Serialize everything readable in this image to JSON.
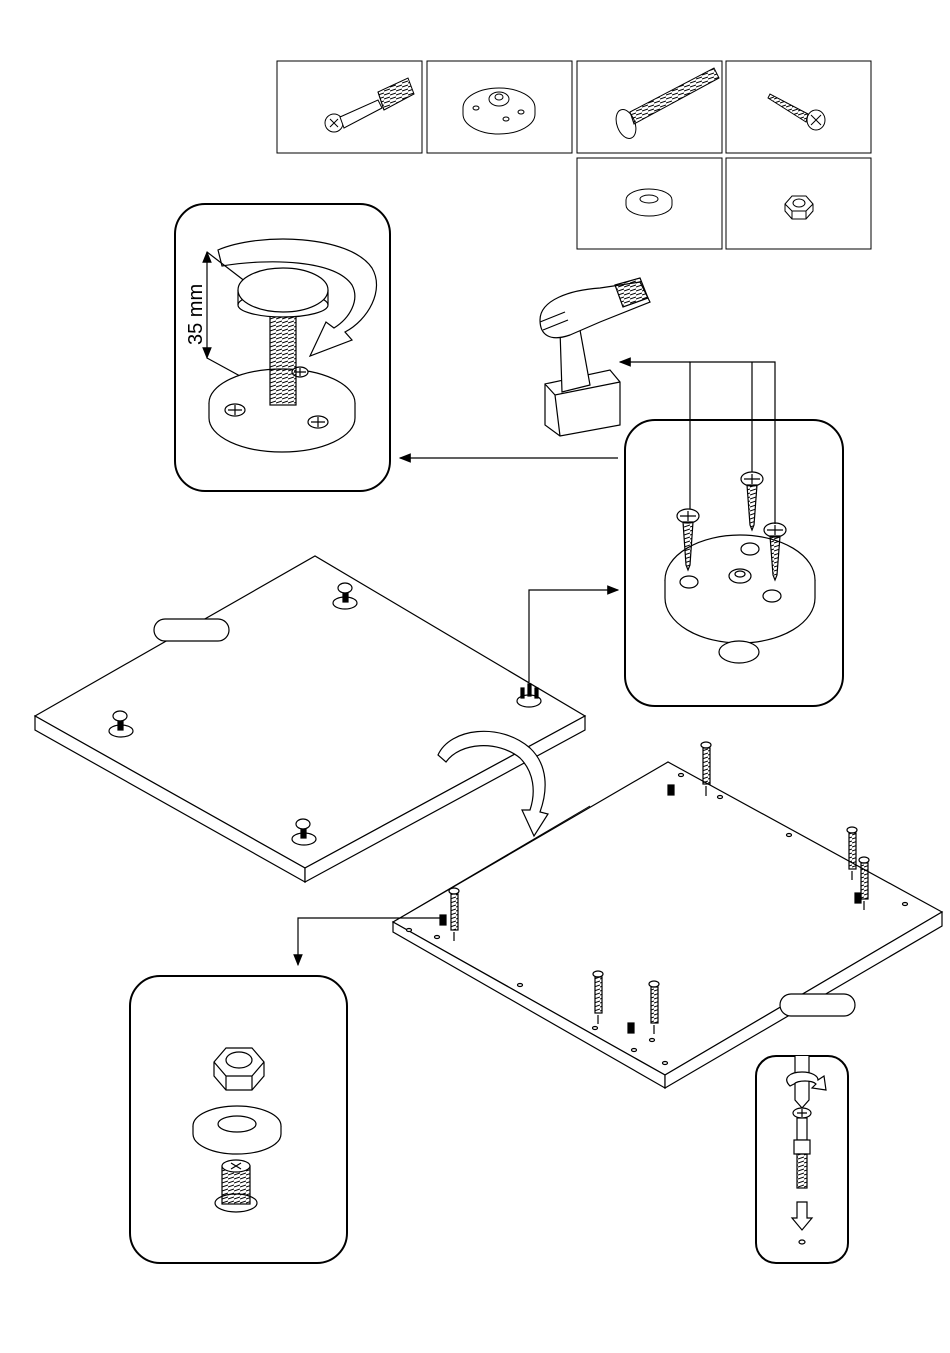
{
  "diagram": {
    "hardware_parts": [
      {
        "name": "cam-bolt"
      },
      {
        "name": "leg-mounting-plate"
      },
      {
        "name": "threaded-leg-bolt"
      },
      {
        "name": "wood-screw"
      },
      {
        "name": "washer"
      },
      {
        "name": "hex-nut"
      }
    ],
    "measurement_label": "35 mm",
    "tool": "cordless-drill-icon",
    "panel_labels": [
      {
        "id": "label-top-panel",
        "text": ""
      },
      {
        "id": "label-bottom-panel",
        "text": ""
      }
    ],
    "colors": {
      "line": "#000000",
      "fill": "#ffffff",
      "edge": "#e8e8e8"
    }
  }
}
